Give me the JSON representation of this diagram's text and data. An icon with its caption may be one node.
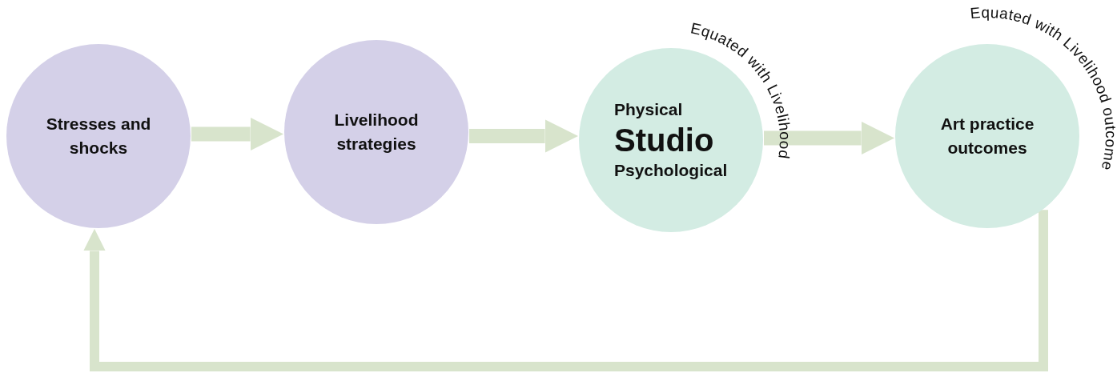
{
  "diagram": {
    "nodes": [
      {
        "text": [
          "Stresses and shocks"
        ]
      },
      {
        "text": [
          "Livelihood strategies"
        ]
      },
      {
        "text": [
          "Physical",
          "Studio",
          "Psychological",
          "Equated with Livelihood"
        ]
      },
      {
        "text": [
          "Art practice outcomes",
          "Equated with Livelihood outcome"
        ]
      }
    ],
    "edges": [
      {
        "from": 0,
        "to": 1,
        "arrow": "to"
      },
      {
        "from": 1,
        "to": 2,
        "arrow": "to"
      },
      {
        "from": 2,
        "to": 3,
        "arrow": "to"
      },
      {
        "from": 3,
        "to": 0,
        "arrow": "to"
      }
    ]
  }
}
